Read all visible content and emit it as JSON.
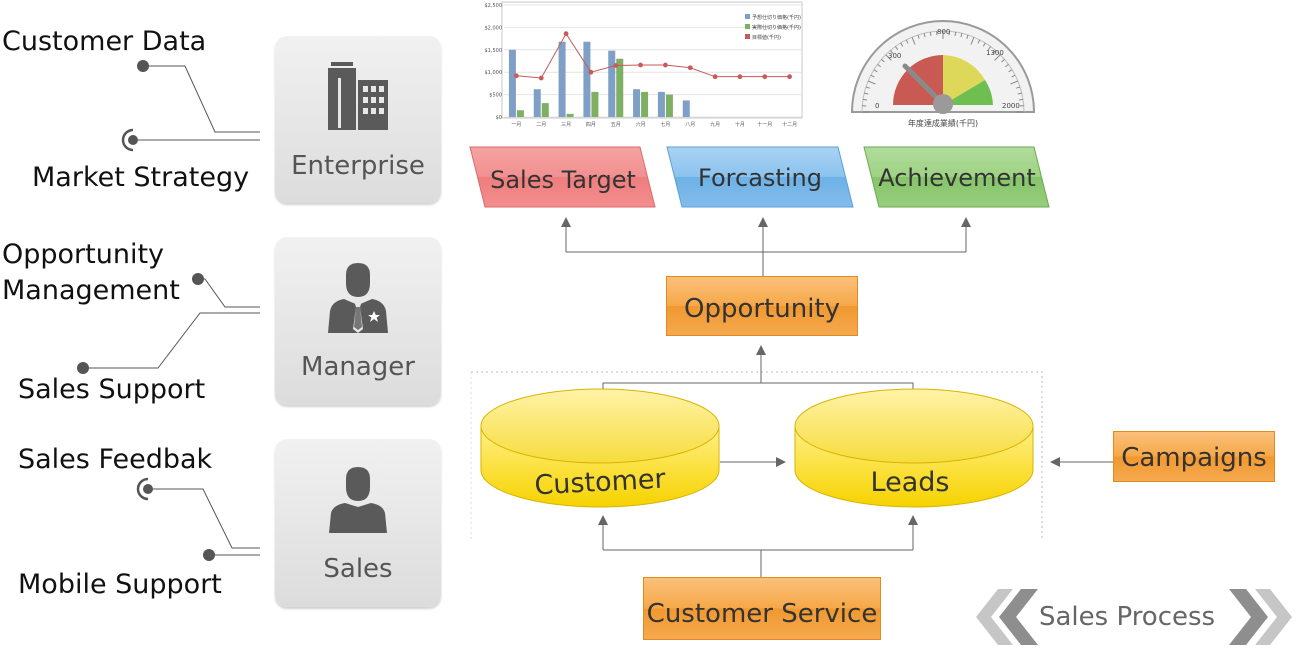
{
  "left_labels": {
    "customer_data": "Customer Data",
    "market_strategy": "Market Strategy",
    "opportunity_management_line1": "Opportunity",
    "opportunity_management_line2": "Management",
    "sales_support": "Sales Support",
    "sales_feedback": "Sales Feedbak",
    "mobile_support": "Mobile Support"
  },
  "roles": {
    "enterprise": {
      "label": "Enterprise",
      "icon": "building-icon"
    },
    "manager": {
      "label": "Manager",
      "icon": "manager-person-icon"
    },
    "sales": {
      "label": "Sales",
      "icon": "person-icon"
    }
  },
  "metrics": {
    "sales_target": "Sales Target",
    "forecasting": "Forcasting",
    "achievement": "Achievement"
  },
  "flow": {
    "opportunity": "Opportunity",
    "customer": "Customer",
    "leads": "Leads",
    "campaigns": "Campaigns",
    "customer_service": "Customer Service"
  },
  "footer": {
    "sales_process": "Sales Process"
  },
  "colors": {
    "sales_target": "#f08080",
    "forecasting": "#7ab8e8",
    "achievement": "#8cc870",
    "orange": "#f5a84a",
    "cylinder": "#f8d800",
    "bar_blue": "#7f9fc6",
    "bar_green": "#7faf63",
    "line_red": "#c85a5a"
  },
  "chart_data": {
    "type": "bar",
    "categories": [
      "一月",
      "二月",
      "三月",
      "四月",
      "五月",
      "六月",
      "七月",
      "八月",
      "九月",
      "十月",
      "十一月",
      "十二月"
    ],
    "ylim": [
      0,
      2500
    ],
    "yticks": [
      "$0",
      "$500",
      "$1,000",
      "$1,500",
      "$2,000",
      "$2,500"
    ],
    "series": [
      {
        "name": "予想仕切り価格(千円)",
        "kind": "bar",
        "values": [
          1500,
          620,
          1680,
          1680,
          1480,
          620,
          560,
          370,
          null,
          null,
          null,
          null
        ]
      },
      {
        "name": "実際仕切り価格(千円)",
        "kind": "bar",
        "values": [
          150,
          310,
          70,
          560,
          1300,
          560,
          500,
          null,
          null,
          null,
          null,
          null
        ]
      },
      {
        "name": "目標値(千円)",
        "kind": "line",
        "values": [
          920,
          870,
          1860,
          1000,
          1150,
          1160,
          1160,
          1100,
          900,
          900,
          900,
          900
        ]
      }
    ]
  },
  "gauge_data": {
    "ticks": [
      "0",
      "300",
      "800",
      "1300",
      "2000"
    ],
    "value": 300,
    "caption": "年度達成業績(千円)"
  }
}
